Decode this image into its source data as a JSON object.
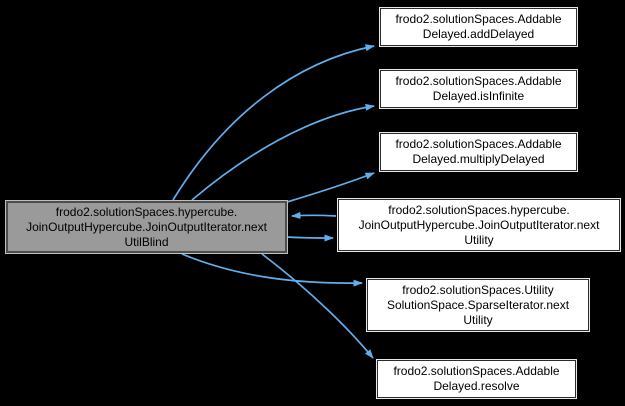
{
  "colors": {
    "background": "#000000",
    "edge": "#61AEEE",
    "callee_fill": "#FFFFFF",
    "callee_border": "#2B2B2B",
    "callee_outline": "#E8E8E8",
    "caller_fill": "#9A9A9A",
    "caller_border": "#4D4D4D",
    "caller_outline": "#BFBFBF",
    "text": "#000000"
  },
  "graph": {
    "type": "call-graph",
    "caller": {
      "name": "frodo2.solutionSpaces.hypercube.JoinOutputHypercube.JoinOutputIterator.nextUtilBlind",
      "lines": [
        "frodo2.solutionSpaces.hypercube.",
        "JoinOutputHypercube.JoinOutputIterator.next",
        "UtilBlind"
      ]
    },
    "callees": [
      {
        "name": "frodo2.solutionSpaces.AddableDelayed.addDelayed",
        "lines": [
          "frodo2.solutionSpaces.Addable",
          "Delayed.addDelayed"
        ],
        "bidirectional": false
      },
      {
        "name": "frodo2.solutionSpaces.AddableDelayed.isInfinite",
        "lines": [
          "frodo2.solutionSpaces.Addable",
          "Delayed.isInfinite"
        ],
        "bidirectional": false
      },
      {
        "name": "frodo2.solutionSpaces.AddableDelayed.multiplyDelayed",
        "lines": [
          "frodo2.solutionSpaces.Addable",
          "Delayed.multiplyDelayed"
        ],
        "bidirectional": false
      },
      {
        "name": "frodo2.solutionSpaces.hypercube.JoinOutputHypercube.JoinOutputIterator.nextUtility",
        "lines": [
          "frodo2.solutionSpaces.hypercube.",
          "JoinOutputHypercube.JoinOutputIterator.next",
          "Utility"
        ],
        "bidirectional": true
      },
      {
        "name": "frodo2.solutionSpaces.UtilitySolutionSpace.SparseIterator.nextUtility",
        "lines": [
          "frodo2.solutionSpaces.Utility",
          "SolutionSpace.SparseIterator.next",
          "Utility"
        ],
        "bidirectional": false
      },
      {
        "name": "frodo2.solutionSpaces.AddableDelayed.resolve",
        "lines": [
          "frodo2.solutionSpaces.Addable",
          "Delayed.resolve"
        ],
        "bidirectional": false
      }
    ]
  }
}
